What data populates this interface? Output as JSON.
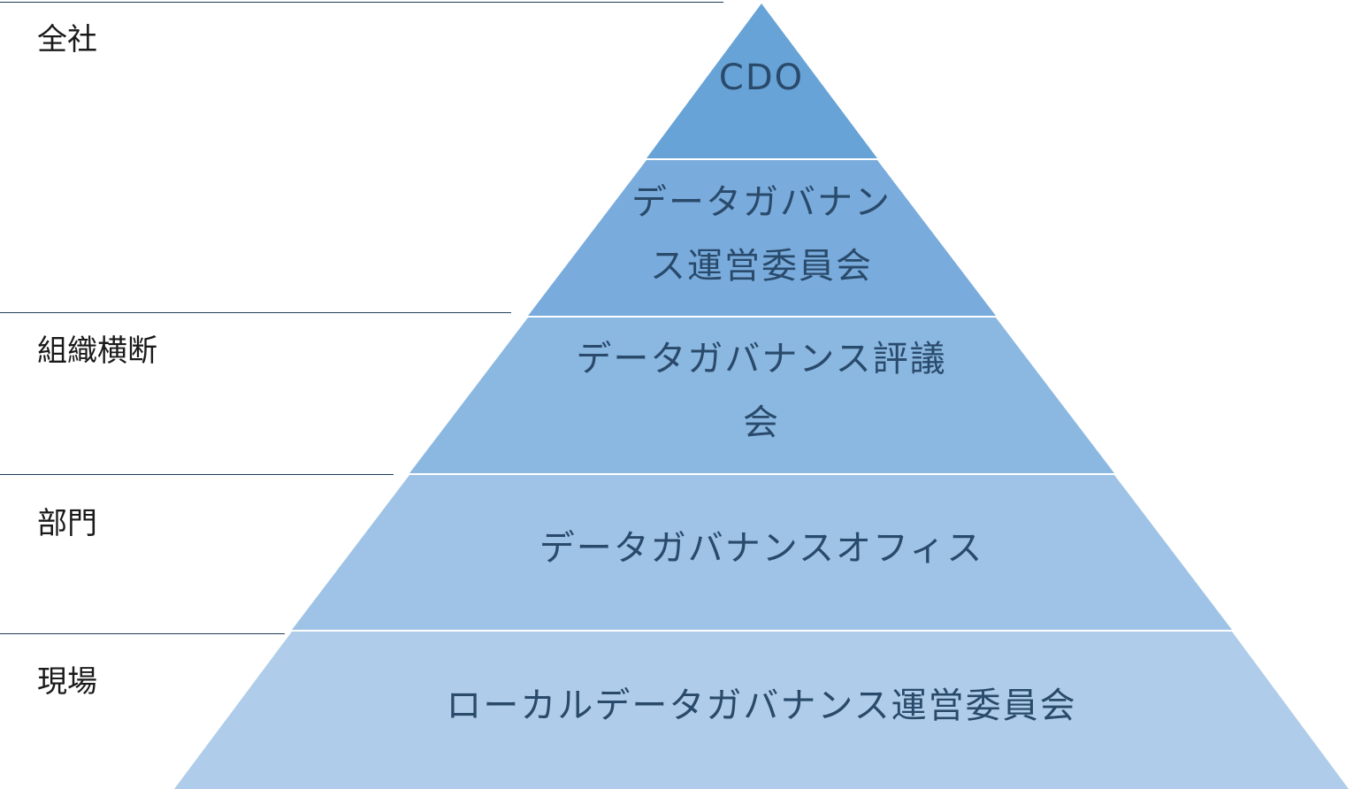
{
  "tiers": [
    {
      "label": "全社"
    },
    {
      "label": "組織横断"
    },
    {
      "label": "部門"
    },
    {
      "label": "現場"
    }
  ],
  "layers": [
    {
      "lines": [
        "CDO"
      ],
      "color": "#67a3d6"
    },
    {
      "lines": [
        "データガバナン",
        "ス運営委員会"
      ],
      "color": "#79acdc"
    },
    {
      "lines": [
        "データガバナンス評議",
        "会"
      ],
      "color": "#8bb8e1"
    },
    {
      "lines": [
        "データガバナンスオフィス"
      ],
      "color": "#9fc3e6"
    },
    {
      "lines": [
        "ローカルデータガバナンス運営委員会"
      ],
      "color": "#afcdea"
    }
  ],
  "colors": {
    "separator": "#1f3d5a",
    "layer_text": "#2a4a6b",
    "tier_text": "#1a1a1a"
  }
}
